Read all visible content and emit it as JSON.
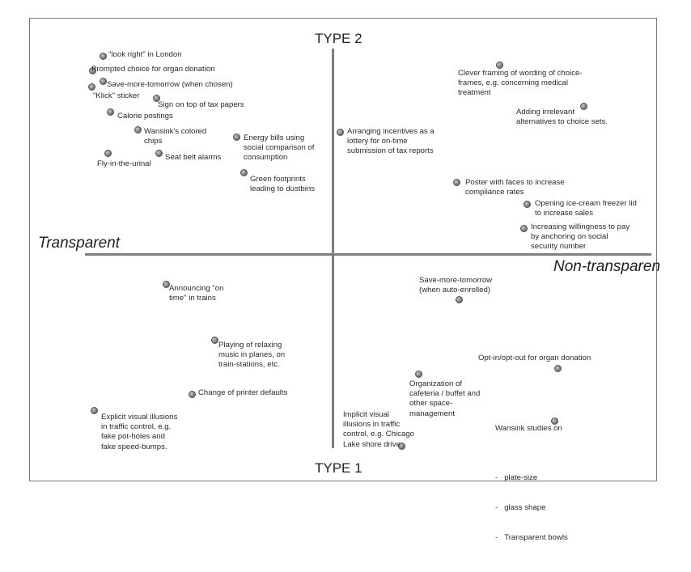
{
  "axes": {
    "top": "TYPE 2",
    "bottom": "TYPE 1",
    "left": "Transparent",
    "right": "Non-transparen"
  },
  "items": [
    {
      "id": "look-right",
      "text": "\"look right\" in London"
    },
    {
      "id": "prompted-choice",
      "text": "Prompted choice for organ donation"
    },
    {
      "id": "smt-chosen",
      "text": "Save-more-tomorrow (when chosen)"
    },
    {
      "id": "klick-sticker",
      "text": "\"Klick\" sticker"
    },
    {
      "id": "sign-on-top",
      "text": "Sign on top of tax papers"
    },
    {
      "id": "calorie-postings",
      "text": "Calorie postings"
    },
    {
      "id": "wansink-chips",
      "text": "Wansink's colored\nchips"
    },
    {
      "id": "seat-belt",
      "text": "Seat belt alarms"
    },
    {
      "id": "fly-in-urinal",
      "text": "Fly-in-the-urinal"
    },
    {
      "id": "energy-bills",
      "text": "Energy bills using\nsocial comparison of\nconsumption"
    },
    {
      "id": "green-footprints",
      "text": "Green footprints\nleading to dustbins"
    },
    {
      "id": "lottery-incentives",
      "text": "Arranging incentives as a\nlottery for on-time\nsubmission of tax reports"
    },
    {
      "id": "clever-framing",
      "text": "Clever framing of wording of choice-\nframes, e.g. concerning medical\ntreatment"
    },
    {
      "id": "irrelevant-alternatives",
      "text": "Adding irrelevant\nalternatives to choice sets."
    },
    {
      "id": "poster-faces",
      "text": "Poster with faces to increase\ncompliance rates"
    },
    {
      "id": "ice-cream-lid",
      "text": "Opening ice-cream freezer lid\nto increase sales"
    },
    {
      "id": "anchoring-ssn",
      "text": "Increasing willingness to pay\nby anchoring on social\nsecurity number"
    },
    {
      "id": "announcing-on-time",
      "text": "Announcing \"on\ntime\" in trains"
    },
    {
      "id": "relaxing-music",
      "text": "Playing of relaxing\nmusic in planes, on\ntrain-stations, etc."
    },
    {
      "id": "printer-defaults",
      "text": "Change of printer defaults"
    },
    {
      "id": "explicit-illusions",
      "text": "Explicit visual illusions\nin traffic control, e.g.\nfake pot-holes and\nfake speed-bumps."
    },
    {
      "id": "smt-auto",
      "text": "Save-more-tomorrow\n(when auto-enrolled)"
    },
    {
      "id": "opt-in-out",
      "text": "Opt-in/opt-out for organ donation"
    },
    {
      "id": "cafeteria",
      "text": "Organization of\ncafeteria / buffet and\nother space-\nmanagement"
    },
    {
      "id": "implicit-illusions",
      "text": "Implicit visual\nillusions in traffic\ncontrol, e.g. Chicago\nLake shore drive"
    },
    {
      "id": "wansink-studies",
      "text": "Wansink studies on",
      "bullets": [
        "plate-size",
        "glass shape",
        "Transparent bowls"
      ]
    }
  ]
}
